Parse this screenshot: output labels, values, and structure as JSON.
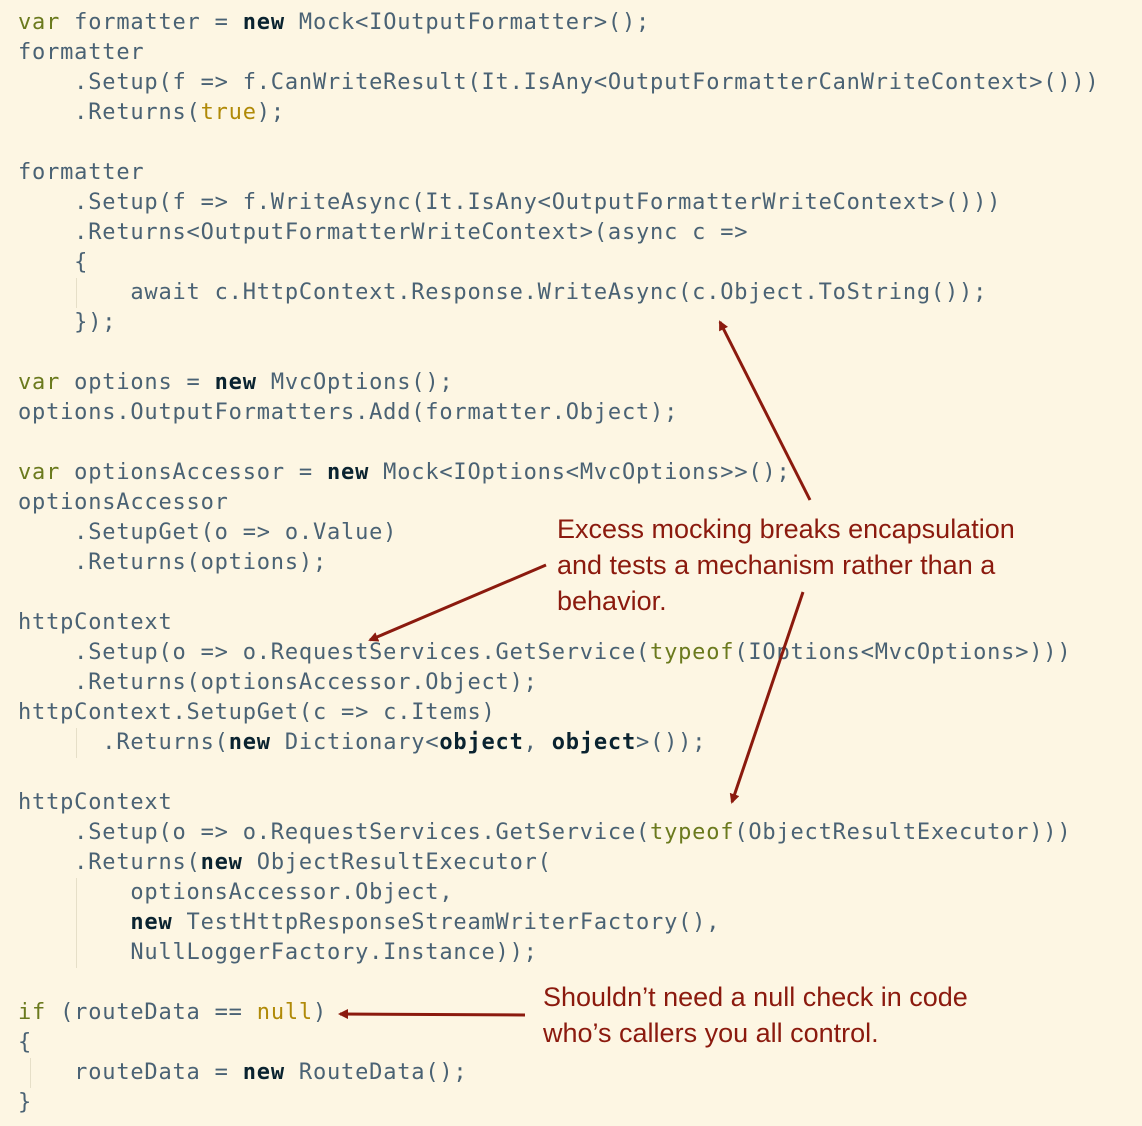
{
  "code_lines": [
    [
      {
        "t": "var",
        "c": "kw"
      },
      {
        "t": " formatter = "
      },
      {
        "t": "new",
        "c": "new"
      },
      {
        "t": " Mock<IOutputFormatter>();"
      }
    ],
    [
      {
        "t": "formatter"
      }
    ],
    [
      {
        "t": "    .Setup(f => f.CanWriteResult(It.IsAny<OutputFormatterCanWriteContext>()))"
      }
    ],
    [
      {
        "t": "    .Returns("
      },
      {
        "t": "true",
        "c": "lit"
      },
      {
        "t": ");"
      }
    ],
    [],
    [
      {
        "t": "formatter"
      }
    ],
    [
      {
        "t": "    .Setup(f => f.WriteAsync(It.IsAny<OutputFormatterWriteContext>()))"
      }
    ],
    [
      {
        "t": "    .Returns<OutputFormatterWriteContext>(async c =>"
      }
    ],
    [
      {
        "t": "    {"
      }
    ],
    [
      {
        "t": "        await c.HttpContext.Response.WriteAsync(c.Object.ToString());"
      }
    ],
    [
      {
        "t": "    });"
      }
    ],
    [],
    [
      {
        "t": "var",
        "c": "kw"
      },
      {
        "t": " options = "
      },
      {
        "t": "new",
        "c": "new"
      },
      {
        "t": " MvcOptions();"
      }
    ],
    [
      {
        "t": "options.OutputFormatters.Add(formatter.Object);"
      }
    ],
    [],
    [
      {
        "t": "var",
        "c": "kw"
      },
      {
        "t": " optionsAccessor = "
      },
      {
        "t": "new",
        "c": "new"
      },
      {
        "t": " Mock<IOptions<MvcOptions>>();"
      }
    ],
    [
      {
        "t": "optionsAccessor"
      }
    ],
    [
      {
        "t": "    .SetupGet(o => o.Value)"
      }
    ],
    [
      {
        "t": "    .Returns(options);"
      }
    ],
    [],
    [
      {
        "t": "httpContext"
      }
    ],
    [
      {
        "t": "    .Setup(o => o.RequestServices.GetService("
      },
      {
        "t": "typeof",
        "c": "type"
      },
      {
        "t": "(IOptions<MvcOptions>)))"
      }
    ],
    [
      {
        "t": "    .Returns(optionsAccessor.Object);"
      }
    ],
    [
      {
        "t": "httpContext.SetupGet(c => c.Items)"
      }
    ],
    [
      {
        "t": "      .Returns("
      },
      {
        "t": "new",
        "c": "new"
      },
      {
        "t": " Dictionary<"
      },
      {
        "t": "object",
        "c": "bold"
      },
      {
        "t": ", "
      },
      {
        "t": "object",
        "c": "bold"
      },
      {
        "t": ">());"
      }
    ],
    [],
    [
      {
        "t": "httpContext"
      }
    ],
    [
      {
        "t": "    .Setup(o => o.RequestServices.GetService("
      },
      {
        "t": "typeof",
        "c": "type"
      },
      {
        "t": "(ObjectResultExecutor)))"
      }
    ],
    [
      {
        "t": "    .Returns("
      },
      {
        "t": "new",
        "c": "new"
      },
      {
        "t": " ObjectResultExecutor("
      }
    ],
    [
      {
        "t": "        optionsAccessor.Object,"
      }
    ],
    [
      {
        "t": "        "
      },
      {
        "t": "new",
        "c": "new"
      },
      {
        "t": " TestHttpResponseStreamWriterFactory(),"
      }
    ],
    [
      {
        "t": "        NullLoggerFactory.Instance));"
      }
    ],
    [],
    [
      {
        "t": "if",
        "c": "kw"
      },
      {
        "t": " (routeData == "
      },
      {
        "t": "null",
        "c": "lit"
      },
      {
        "t": ")"
      }
    ],
    [
      {
        "t": "{"
      }
    ],
    [
      {
        "t": "    routeData = "
      },
      {
        "t": "new",
        "c": "new"
      },
      {
        "t": " RouteData();"
      }
    ],
    [
      {
        "t": "}"
      }
    ]
  ],
  "annotations": {
    "mocking": {
      "lines": [
        "Excess mocking breaks encapsulation",
        "and tests a mechanism rather than a",
        "behavior."
      ]
    },
    "null_check": {
      "lines": [
        "Shouldn’t need a null check in code",
        "who’s callers you all control."
      ]
    }
  },
  "colors": {
    "background": "#fdf6e3",
    "code_text": "#4a6274",
    "keyword": "#6b7a1e",
    "new_keyword": "#0a2330",
    "literal": "#b08a08",
    "annotation": "#8b1a0e"
  }
}
